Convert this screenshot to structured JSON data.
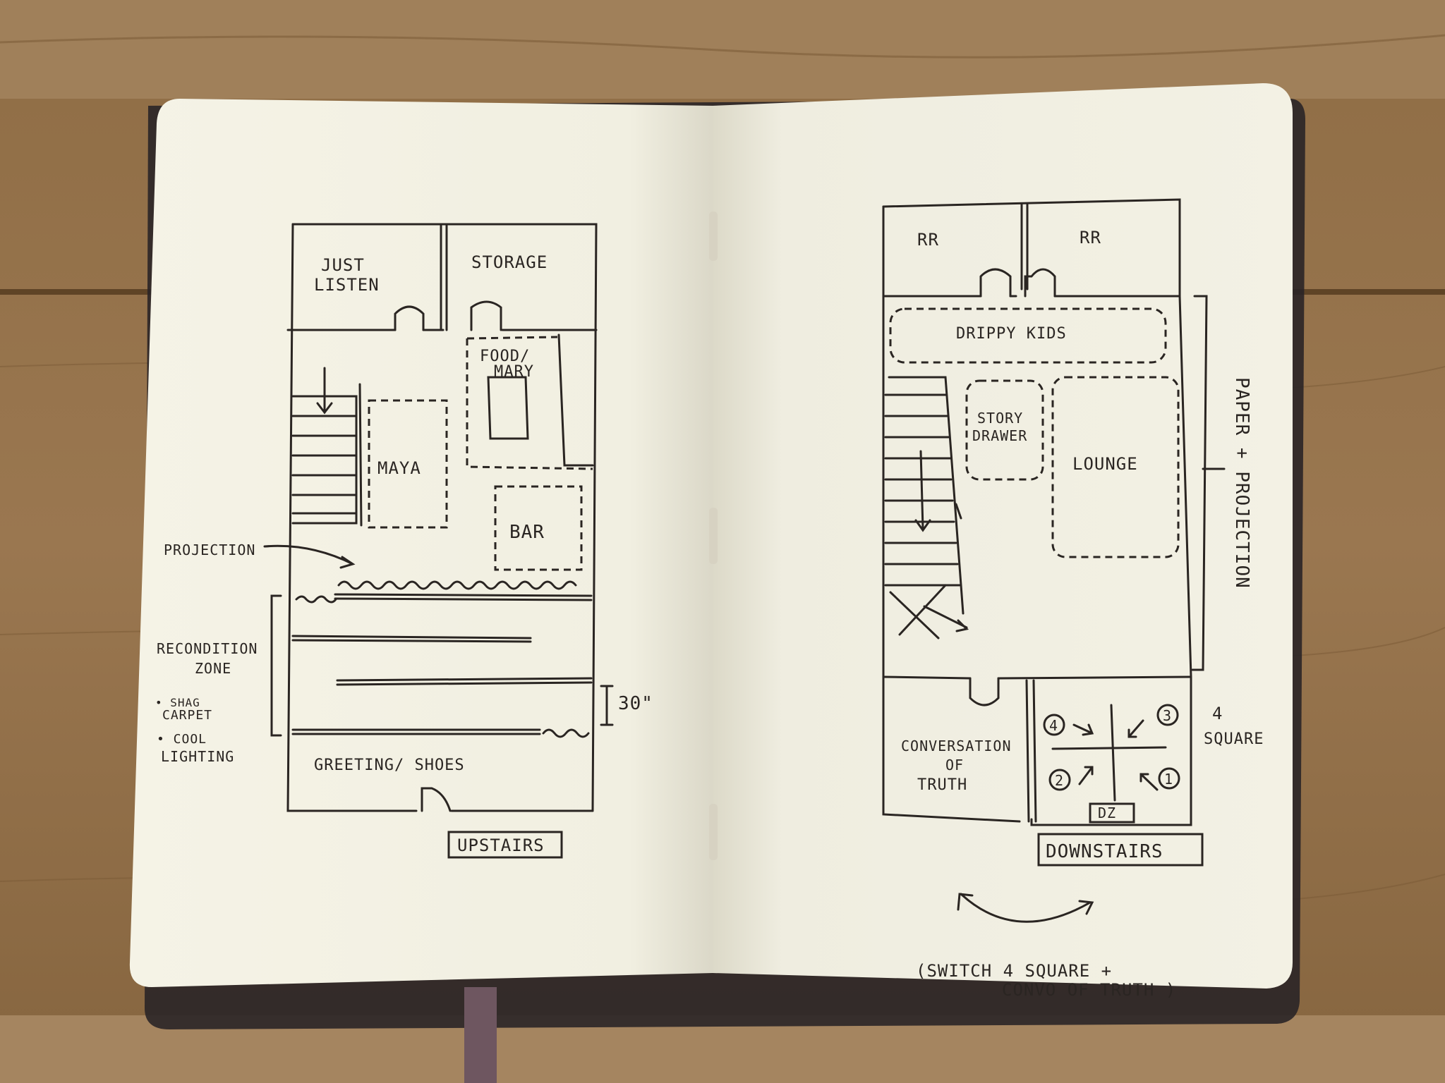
{
  "upstairs": {
    "title": "UPSTAIRS",
    "rooms": {
      "just": "JUST",
      "listen": "LISTEN",
      "storage": "STORAGE",
      "food": "FOOD/",
      "mary": "MARY",
      "maya": "MAYA",
      "bar": "BAR",
      "greeting": "GREETING/ SHOES"
    },
    "notes": {
      "projection": "PROJECTION",
      "recond_1": "RECONDITION",
      "recond_2": "ZONE",
      "shag_1": "• SHAG",
      "shag_2": "CARPET",
      "cool_1": "• COOL",
      "cool_2": "LIGHTING",
      "dimension": "30\""
    }
  },
  "downstairs": {
    "title": "DOWNSTAIRS",
    "rooms": {
      "rr_left": "RR",
      "rr_right": "RR",
      "drippy": "DRIPPY KIDS",
      "story_1": "STORY",
      "story_2": "DRAWER",
      "lounge": "LOUNGE",
      "convo_1": "CONVERSATION",
      "convo_2": "OF",
      "convo_3": "TRUTH",
      "dz": "DZ"
    },
    "four_square": {
      "label_1": "4",
      "label_2": "SQUARE",
      "n1": "1",
      "n2": "2",
      "n3": "3",
      "n4": "4"
    },
    "notes": {
      "paper_projection": "PAPER + PROJECTION",
      "switch_1": "(SWITCH 4 SQUARE +",
      "switch_2": "CONVO OF TRUTH )"
    }
  }
}
